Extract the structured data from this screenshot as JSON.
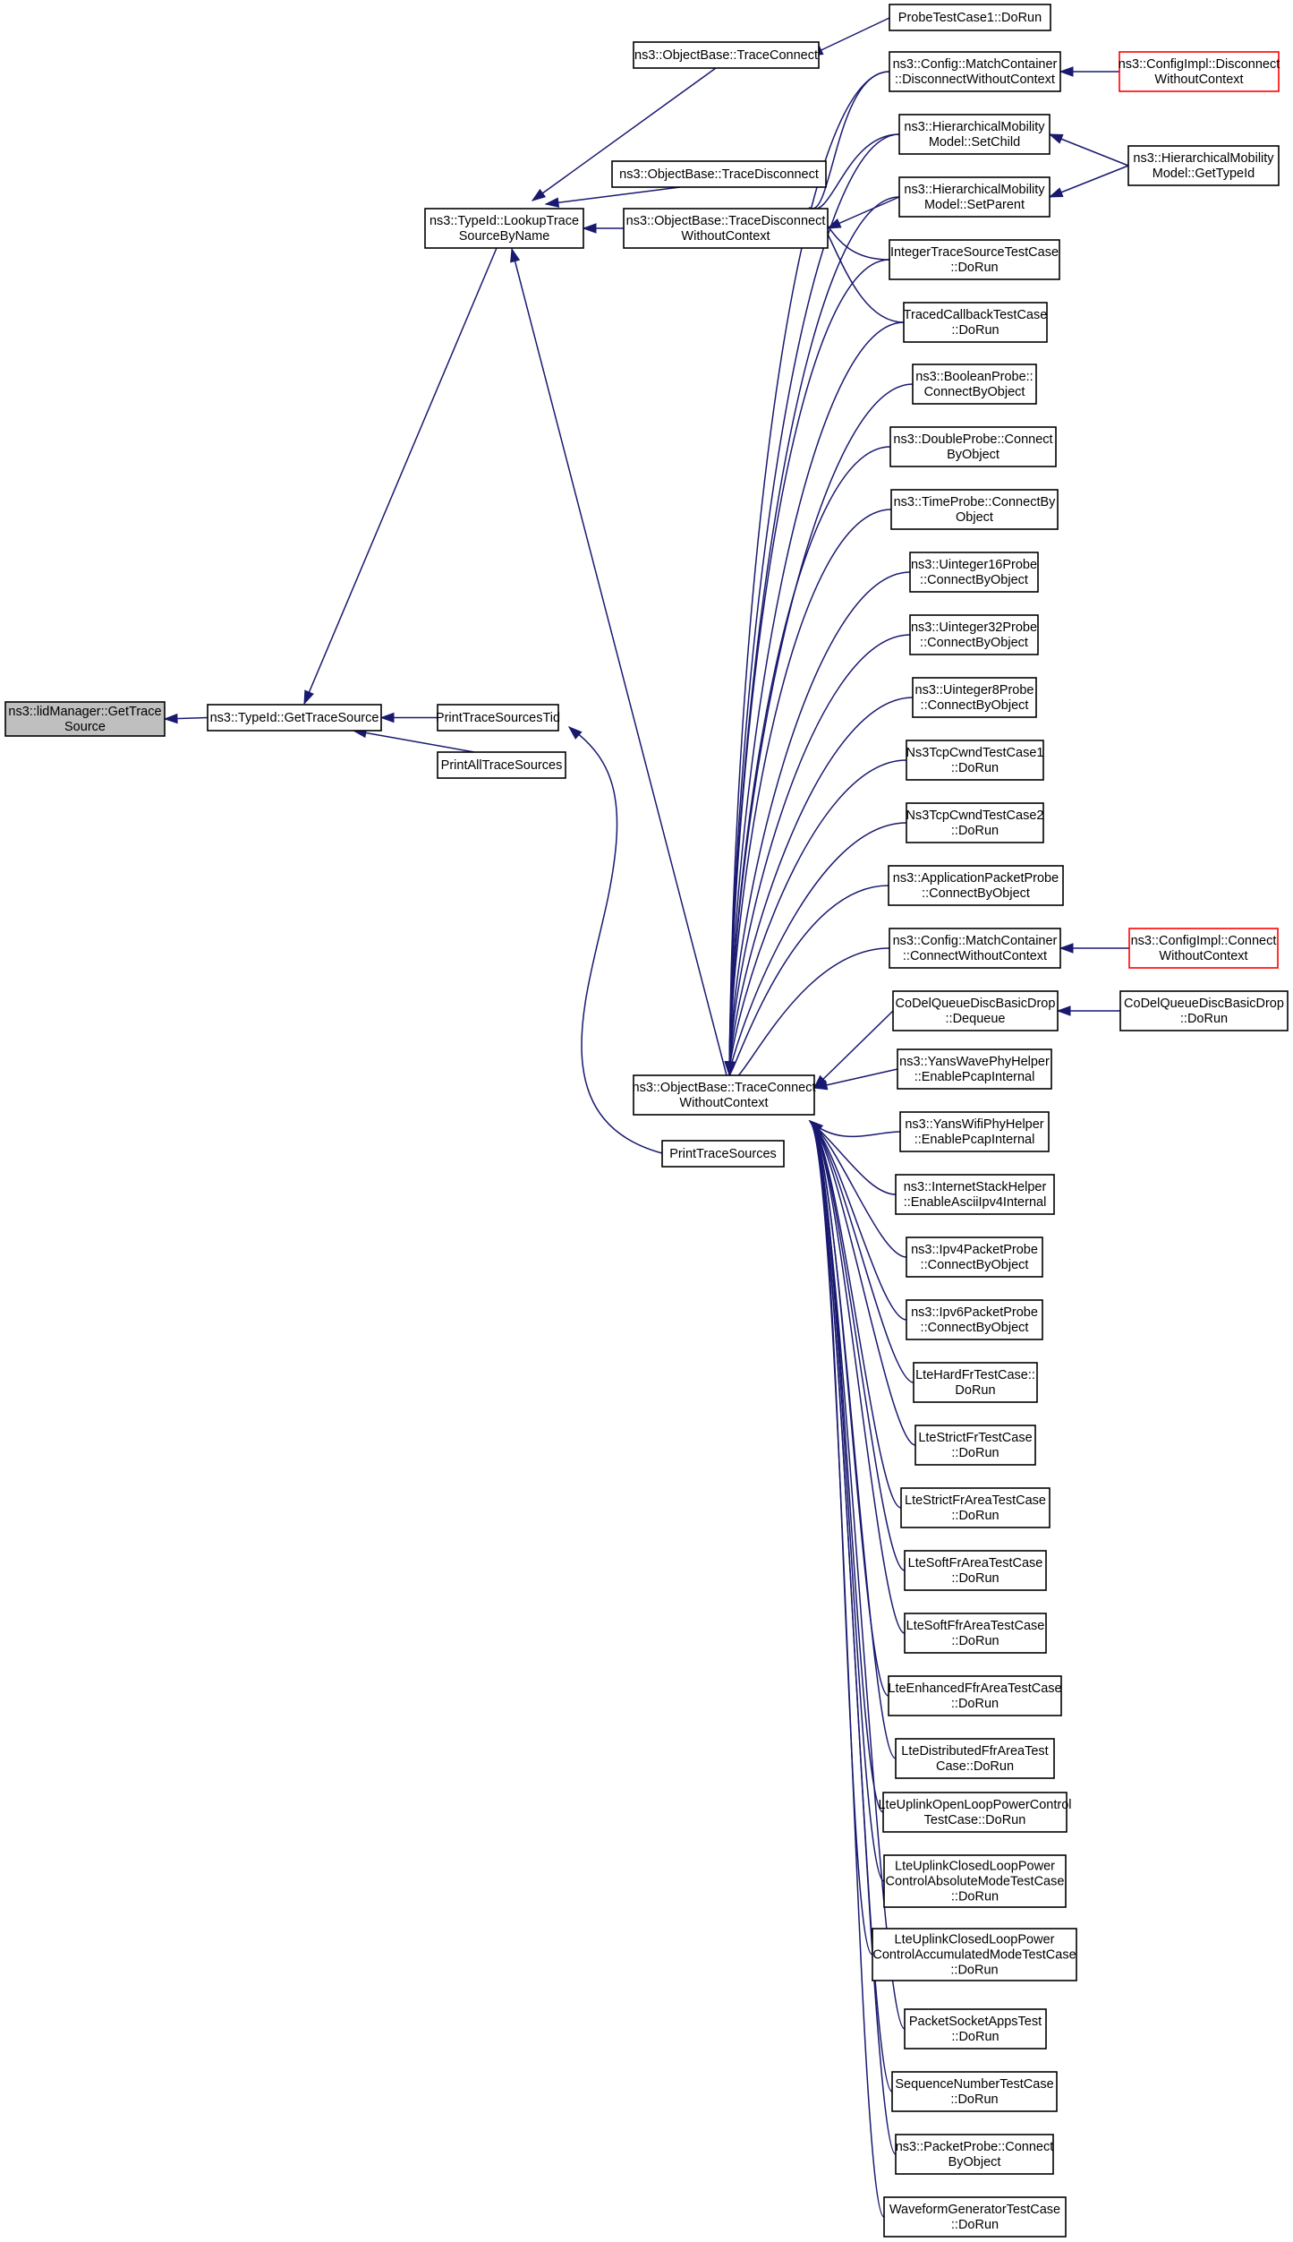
{
  "diagram": {
    "nodes": [
      {
        "id": "root",
        "lines": [
          "ns3::lidManager::GetTrace",
          "Source"
        ],
        "style": "root"
      },
      {
        "id": "getts",
        "lines": [
          "ns3::TypeId::GetTraceSource"
        ]
      },
      {
        "id": "lookup",
        "lines": [
          "ns3::TypeId::LookupTrace",
          "SourceByName"
        ]
      },
      {
        "id": "ptstid",
        "lines": [
          "PrintTraceSourcesTid"
        ]
      },
      {
        "id": "pats",
        "lines": [
          "PrintAllTraceSources"
        ]
      },
      {
        "id": "pts",
        "lines": [
          "PrintTraceSources"
        ]
      },
      {
        "id": "obtc",
        "lines": [
          "ns3::ObjectBase::TraceConnect"
        ]
      },
      {
        "id": "obtd",
        "lines": [
          "ns3::ObjectBase::TraceDisconnect"
        ]
      },
      {
        "id": "obtdwc",
        "lines": [
          "ns3::ObjectBase::TraceDisconnect",
          "WithoutContext"
        ]
      },
      {
        "id": "obtcwc",
        "lines": [
          "ns3::ObjectBase::TraceConnect",
          "WithoutContext"
        ]
      },
      {
        "id": "probe1",
        "lines": [
          "ProbeTestCase1::DoRun"
        ]
      },
      {
        "id": "mcdwc",
        "lines": [
          "ns3::Config::MatchContainer",
          "::DisconnectWithoutContext"
        ]
      },
      {
        "id": "cfgdwc",
        "lines": [
          "ns3::ConfigImpl::Disconnect",
          "WithoutContext"
        ],
        "style": "trunc"
      },
      {
        "id": "hmsc",
        "lines": [
          "ns3::HierarchicalMobility",
          "Model::SetChild"
        ]
      },
      {
        "id": "hmsp",
        "lines": [
          "ns3::HierarchicalMobility",
          "Model::SetParent"
        ]
      },
      {
        "id": "hmgt",
        "lines": [
          "ns3::HierarchicalMobility",
          "Model::GetTypeId"
        ]
      },
      {
        "id": "itstc",
        "lines": [
          "IntegerTraceSourceTestCase",
          "::DoRun"
        ]
      },
      {
        "id": "tcbtc",
        "lines": [
          "TracedCallbackTestCase",
          "::DoRun"
        ]
      },
      {
        "id": "n1",
        "lines": [
          "ns3::BooleanProbe::",
          "ConnectByObject"
        ]
      },
      {
        "id": "n2",
        "lines": [
          "ns3::DoubleProbe::Connect",
          "ByObject"
        ]
      },
      {
        "id": "n3",
        "lines": [
          "ns3::TimeProbe::ConnectBy",
          "Object"
        ]
      },
      {
        "id": "n4",
        "lines": [
          "ns3::Uinteger16Probe",
          "::ConnectByObject"
        ]
      },
      {
        "id": "n5",
        "lines": [
          "ns3::Uinteger32Probe",
          "::ConnectByObject"
        ]
      },
      {
        "id": "n6",
        "lines": [
          "ns3::Uinteger8Probe",
          "::ConnectByObject"
        ]
      },
      {
        "id": "n7",
        "lines": [
          "Ns3TcpCwndTestCase1",
          "::DoRun"
        ]
      },
      {
        "id": "n8",
        "lines": [
          "Ns3TcpCwndTestCase2",
          "::DoRun"
        ]
      },
      {
        "id": "n9",
        "lines": [
          "ns3::ApplicationPacketProbe",
          "::ConnectByObject"
        ]
      },
      {
        "id": "n10",
        "lines": [
          "ns3::Config::MatchContainer",
          "::ConnectWithoutContext"
        ]
      },
      {
        "id": "cfgcwc",
        "lines": [
          "ns3::ConfigImpl::Connect",
          "WithoutContext"
        ],
        "style": "trunc"
      },
      {
        "id": "n11",
        "lines": [
          "CoDelQueueDiscBasicDrop",
          "::Dequeue"
        ]
      },
      {
        "id": "codelrun",
        "lines": [
          "CoDelQueueDiscBasicDrop",
          "::DoRun"
        ]
      },
      {
        "id": "n12",
        "lines": [
          "ns3::YansWavePhyHelper",
          "::EnablePcapInternal"
        ]
      },
      {
        "id": "n13",
        "lines": [
          "ns3::YansWifiPhyHelper",
          "::EnablePcapInternal"
        ]
      },
      {
        "id": "n14",
        "lines": [
          "ns3::InternetStackHelper",
          "::EnableAsciiIpv4Internal"
        ]
      },
      {
        "id": "n15",
        "lines": [
          "ns3::Ipv4PacketProbe",
          "::ConnectByObject"
        ]
      },
      {
        "id": "n16",
        "lines": [
          "ns3::Ipv6PacketProbe",
          "::ConnectByObject"
        ]
      },
      {
        "id": "n17",
        "lines": [
          "LteHardFrTestCase::",
          "DoRun"
        ]
      },
      {
        "id": "n18",
        "lines": [
          "LteStrictFrTestCase",
          "::DoRun"
        ]
      },
      {
        "id": "n19",
        "lines": [
          "LteStrictFrAreaTestCase",
          "::DoRun"
        ]
      },
      {
        "id": "n20",
        "lines": [
          "LteSoftFrAreaTestCase",
          "::DoRun"
        ]
      },
      {
        "id": "n21",
        "lines": [
          "LteSoftFfrAreaTestCase",
          "::DoRun"
        ]
      },
      {
        "id": "n22",
        "lines": [
          "LteEnhancedFfrAreaTestCase",
          "::DoRun"
        ]
      },
      {
        "id": "n23",
        "lines": [
          "LteDistributedFfrAreaTest",
          "Case::DoRun"
        ]
      },
      {
        "id": "n24",
        "lines": [
          "LteUplinkOpenLoopPowerControl",
          "TestCase::DoRun"
        ]
      },
      {
        "id": "n25",
        "lines": [
          "LteUplinkClosedLoopPower",
          "ControlAbsoluteModeTestCase",
          "::DoRun"
        ]
      },
      {
        "id": "n26",
        "lines": [
          "LteUplinkClosedLoopPower",
          "ControlAccumulatedModeTestCase",
          "::DoRun"
        ]
      },
      {
        "id": "n27",
        "lines": [
          "PacketSocketAppsTest",
          "::DoRun"
        ]
      },
      {
        "id": "n28",
        "lines": [
          "SequenceNumberTestCase",
          "::DoRun"
        ]
      },
      {
        "id": "n29",
        "lines": [
          "ns3::PacketProbe::Connect",
          "ByObject"
        ]
      },
      {
        "id": "n30",
        "lines": [
          "WaveformGeneratorTestCase",
          "::DoRun"
        ]
      }
    ],
    "edges": [
      {
        "from": "getts",
        "to": "root"
      },
      {
        "from": "lookup",
        "to": "getts"
      },
      {
        "from": "ptstid",
        "to": "getts"
      },
      {
        "from": "pats",
        "to": "getts"
      },
      {
        "from": "pts",
        "to": "ptstid"
      },
      {
        "from": "obtc",
        "to": "lookup"
      },
      {
        "from": "obtd",
        "to": "lookup"
      },
      {
        "from": "obtdwc",
        "to": "lookup"
      },
      {
        "from": "obtcwc",
        "to": "lookup"
      },
      {
        "from": "probe1",
        "to": "obtc"
      },
      {
        "from": "mcdwc",
        "to": "obtdwc"
      },
      {
        "from": "hmsc",
        "to": "obtdwc"
      },
      {
        "from": "hmsp",
        "to": "obtdwc"
      },
      {
        "from": "itstc",
        "to": "obtdwc"
      },
      {
        "from": "tcbtc",
        "to": "obtdwc"
      },
      {
        "from": "cfgdwc",
        "to": "mcdwc"
      },
      {
        "from": "hmgt",
        "to": "hmsc"
      },
      {
        "from": "hmgt",
        "to": "hmsp"
      },
      {
        "from": "mcdwc",
        "to": "obtcwc"
      },
      {
        "from": "hmsc",
        "to": "obtcwc"
      },
      {
        "from": "hmsp",
        "to": "obtcwc"
      },
      {
        "from": "itstc",
        "to": "obtcwc"
      },
      {
        "from": "tcbtc",
        "to": "obtcwc"
      },
      {
        "from": "n1",
        "to": "obtcwc"
      },
      {
        "from": "n2",
        "to": "obtcwc"
      },
      {
        "from": "n3",
        "to": "obtcwc"
      },
      {
        "from": "n4",
        "to": "obtcwc"
      },
      {
        "from": "n5",
        "to": "obtcwc"
      },
      {
        "from": "n6",
        "to": "obtcwc"
      },
      {
        "from": "n7",
        "to": "obtcwc"
      },
      {
        "from": "n8",
        "to": "obtcwc"
      },
      {
        "from": "n9",
        "to": "obtcwc"
      },
      {
        "from": "n10",
        "to": "obtcwc"
      },
      {
        "from": "n11",
        "to": "obtcwc"
      },
      {
        "from": "cfgcwc",
        "to": "n10"
      },
      {
        "from": "codelrun",
        "to": "n11"
      },
      {
        "from": "n12",
        "to": "obtcwc"
      },
      {
        "from": "n13",
        "to": "obtcwc"
      },
      {
        "from": "n14",
        "to": "obtcwc"
      },
      {
        "from": "n15",
        "to": "obtcwc"
      },
      {
        "from": "n16",
        "to": "obtcwc"
      },
      {
        "from": "n17",
        "to": "obtcwc"
      },
      {
        "from": "n18",
        "to": "obtcwc"
      },
      {
        "from": "n19",
        "to": "obtcwc"
      },
      {
        "from": "n20",
        "to": "obtcwc"
      },
      {
        "from": "n21",
        "to": "obtcwc"
      },
      {
        "from": "n22",
        "to": "obtcwc"
      },
      {
        "from": "n23",
        "to": "obtcwc"
      },
      {
        "from": "n24",
        "to": "obtcwc"
      },
      {
        "from": "n25",
        "to": "obtcwc"
      },
      {
        "from": "n26",
        "to": "obtcwc"
      },
      {
        "from": "n27",
        "to": "obtcwc"
      },
      {
        "from": "n28",
        "to": "obtcwc"
      },
      {
        "from": "n29",
        "to": "obtcwc"
      },
      {
        "from": "n30",
        "to": "obtcwc"
      }
    ]
  }
}
